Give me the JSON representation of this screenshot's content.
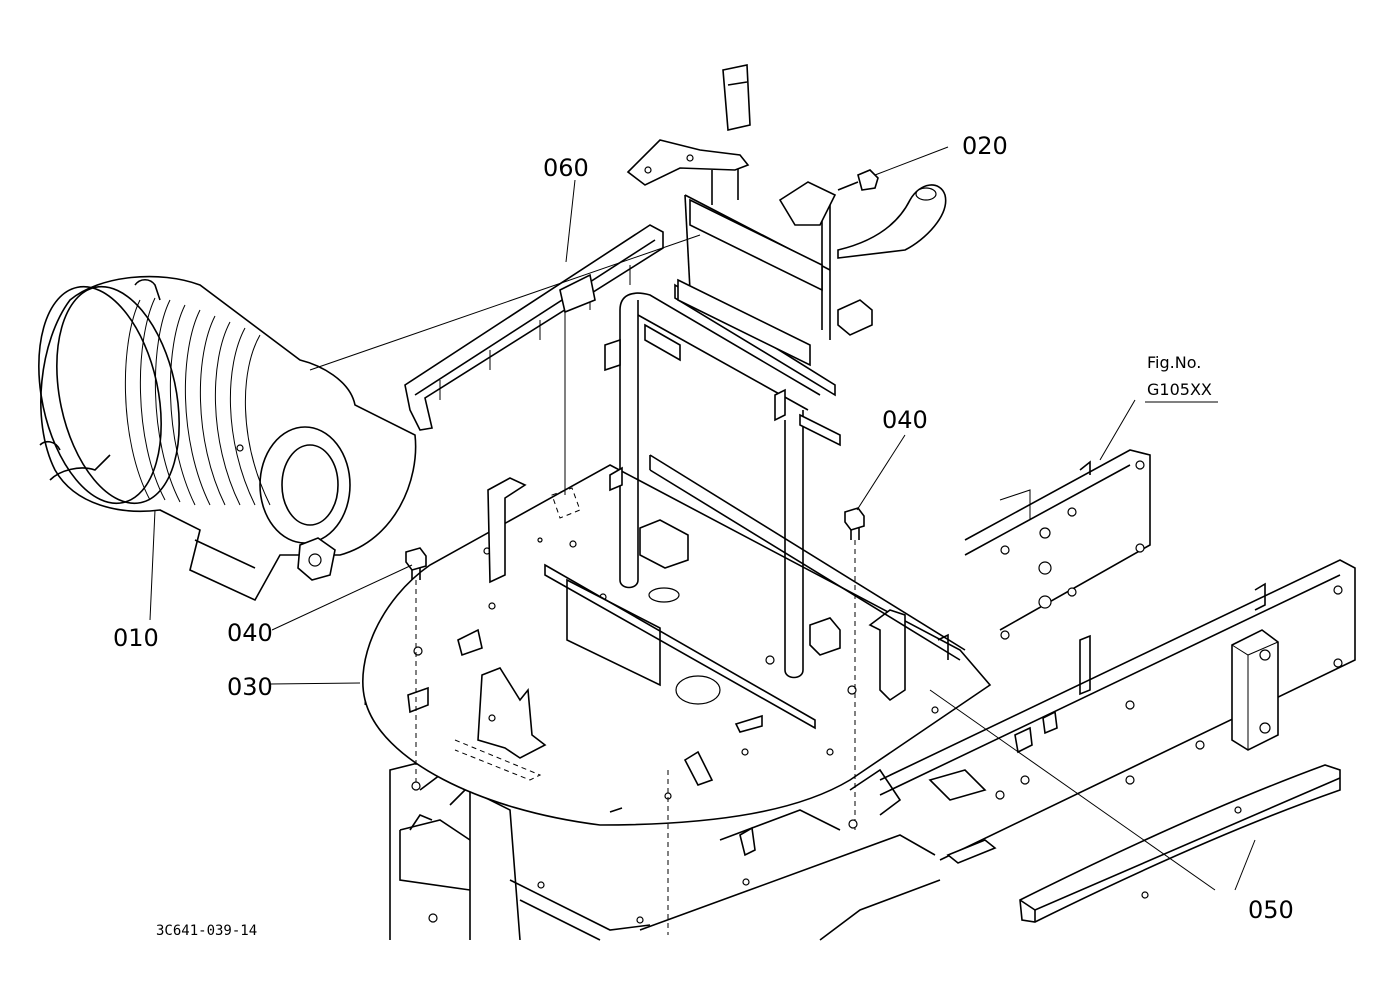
{
  "diagram": {
    "parts": [
      {
        "id": "010"
      },
      {
        "id": "020"
      },
      {
        "id": "030"
      },
      {
        "id": "040"
      },
      {
        "id": "040"
      },
      {
        "id": "050"
      },
      {
        "id": "060"
      }
    ],
    "fig_ref": {
      "line1": "Fig.No.",
      "line2": "G105XX"
    },
    "drawing_number": "3C641-039-14"
  }
}
